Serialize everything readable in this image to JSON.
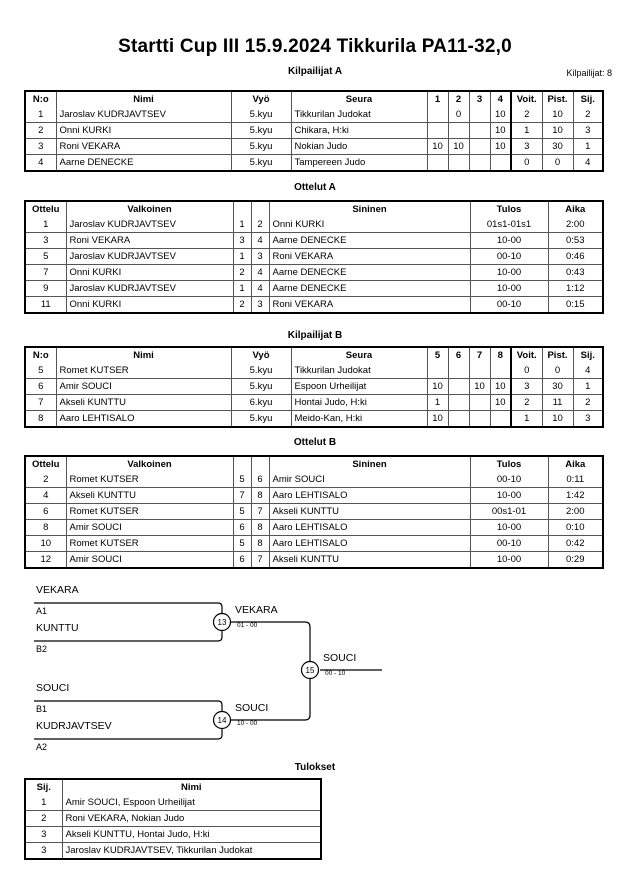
{
  "header": {
    "title": "Startti Cup III  15.9.2024  Tikkurila   PA11-32,0",
    "entrants_label": "Kilpailijat: 8"
  },
  "sections": {
    "pool_a_caption": "Kilpailijat A",
    "matches_a_caption": "Ottelut A",
    "pool_b_caption": "Kilpailijat B",
    "matches_b_caption": "Ottelut B",
    "results_caption": "Tulokset"
  },
  "pool_a": {
    "headers": [
      "N:o",
      "Nimi",
      "Vyö",
      "Seura",
      "1",
      "2",
      "3",
      "4",
      "Voit.",
      "Pist.",
      "Sij."
    ],
    "rows": [
      {
        "no": "1",
        "name": "Jaroslav KUDRJAVTSEV",
        "belt": "5.kyu",
        "club": "Tikkurilan Judokat",
        "scores": [
          "",
          "0",
          "",
          "10"
        ],
        "wins": "2",
        "points": "10",
        "rank": "2"
      },
      {
        "no": "2",
        "name": "Onni KURKI",
        "belt": "5.kyu",
        "club": "Chikara, H:ki",
        "scores": [
          "",
          "",
          "",
          "10"
        ],
        "wins": "1",
        "points": "10",
        "rank": "3"
      },
      {
        "no": "3",
        "name": "Roni VEKARA",
        "belt": "5.kyu",
        "club": "Nokian Judo",
        "scores": [
          "10",
          "10",
          "",
          "10"
        ],
        "wins": "3",
        "points": "30",
        "rank": "1"
      },
      {
        "no": "4",
        "name": "Aarne DENECKE",
        "belt": "5.kyu",
        "club": "Tampereen Judo",
        "scores": [
          "",
          "",
          "",
          ""
        ],
        "wins": "0",
        "points": "0",
        "rank": "4"
      }
    ]
  },
  "matches_a": {
    "headers": [
      "Ottelu",
      "Valkoinen",
      "",
      "",
      "Sininen",
      "Tulos",
      "Aika"
    ],
    "rows": [
      {
        "match": "1",
        "white": "Jaroslav KUDRJAVTSEV",
        "wno": "1",
        "bno": "2",
        "blue": "Onni KURKI",
        "result": "01s1-01s1",
        "time": "2:00"
      },
      {
        "match": "3",
        "white": "Roni VEKARA",
        "wno": "3",
        "bno": "4",
        "blue": "Aarne DENECKE",
        "result": "10-00",
        "time": "0:53"
      },
      {
        "match": "5",
        "white": "Jaroslav KUDRJAVTSEV",
        "wno": "1",
        "bno": "3",
        "blue": "Roni VEKARA",
        "result": "00-10",
        "time": "0:46"
      },
      {
        "match": "7",
        "white": "Onni KURKI",
        "wno": "2",
        "bno": "4",
        "blue": "Aarne DENECKE",
        "result": "10-00",
        "time": "0:43"
      },
      {
        "match": "9",
        "white": "Jaroslav KUDRJAVTSEV",
        "wno": "1",
        "bno": "4",
        "blue": "Aarne DENECKE",
        "result": "10-00",
        "time": "1:12"
      },
      {
        "match": "11",
        "white": "Onni KURKI",
        "wno": "2",
        "bno": "3",
        "blue": "Roni VEKARA",
        "result": "00-10",
        "time": "0:15"
      }
    ]
  },
  "pool_b": {
    "headers": [
      "N:o",
      "Nimi",
      "Vyö",
      "Seura",
      "5",
      "6",
      "7",
      "8",
      "Voit.",
      "Pist.",
      "Sij."
    ],
    "rows": [
      {
        "no": "5",
        "name": "Romet KUTSER",
        "belt": "5.kyu",
        "club": "Tikkurilan Judokat",
        "scores": [
          "",
          "",
          "",
          ""
        ],
        "wins": "0",
        "points": "0",
        "rank": "4"
      },
      {
        "no": "6",
        "name": "Amir SOUCI",
        "belt": "5.kyu",
        "club": "Espoon Urheilijat",
        "scores": [
          "10",
          "",
          "10",
          "10"
        ],
        "wins": "3",
        "points": "30",
        "rank": "1"
      },
      {
        "no": "7",
        "name": "Akseli KUNTTU",
        "belt": "6.kyu",
        "club": "Hontai Judo, H:ki",
        "scores": [
          "1",
          "",
          "",
          "10"
        ],
        "wins": "2",
        "points": "11",
        "rank": "2"
      },
      {
        "no": "8",
        "name": "Aaro LEHTISALO",
        "belt": "5.kyu",
        "club": "Meido-Kan, H:ki",
        "scores": [
          "10",
          "",
          "",
          ""
        ],
        "wins": "1",
        "points": "10",
        "rank": "3"
      }
    ]
  },
  "matches_b": {
    "headers": [
      "Ottelu",
      "Valkoinen",
      "",
      "",
      "Sininen",
      "Tulos",
      "Aika"
    ],
    "rows": [
      {
        "match": "2",
        "white": "Romet KUTSER",
        "wno": "5",
        "bno": "6",
        "blue": "Amir SOUCI",
        "result": "00-10",
        "time": "0:11"
      },
      {
        "match": "4",
        "white": "Akseli KUNTTU",
        "wno": "7",
        "bno": "8",
        "blue": "Aaro LEHTISALO",
        "result": "10-00",
        "time": "1:42"
      },
      {
        "match": "6",
        "white": "Romet KUTSER",
        "wno": "5",
        "bno": "7",
        "blue": "Akseli KUNTTU",
        "result": "00s1-01",
        "time": "2:00"
      },
      {
        "match": "8",
        "white": "Amir SOUCI",
        "wno": "6",
        "bno": "8",
        "blue": "Aaro LEHTISALO",
        "result": "10-00",
        "time": "0:10"
      },
      {
        "match": "10",
        "white": "Romet KUTSER",
        "wno": "5",
        "bno": "8",
        "blue": "Aaro LEHTISALO",
        "result": "00-10",
        "time": "0:42"
      },
      {
        "match": "12",
        "white": "Amir SOUCI",
        "wno": "6",
        "bno": "7",
        "blue": "Akseli KUNTTU",
        "result": "10-00",
        "time": "0:29"
      }
    ]
  },
  "bracket": {
    "entries": [
      {
        "name": "VEKARA",
        "seed": "A1"
      },
      {
        "name": "KUNTTU",
        "seed": "B2"
      },
      {
        "name": "SOUCI",
        "seed": "B1"
      },
      {
        "name": "KUDRJAVTSEV",
        "seed": "A2"
      }
    ],
    "nodes": [
      {
        "number": "13",
        "winner": "VEKARA",
        "score": "01 - 00"
      },
      {
        "number": "14",
        "winner": "SOUCI",
        "score": "10 - 00"
      },
      {
        "number": "15",
        "winner": "SOUCI",
        "score": "00 - 10"
      }
    ]
  },
  "results": {
    "headers": [
      "Sij.",
      "Nimi"
    ],
    "rows": [
      {
        "rank": "1",
        "name": "Amir SOUCI, Espoon Urheilijat"
      },
      {
        "rank": "2",
        "name": "Roni VEKARA, Nokian Judo"
      },
      {
        "rank": "3",
        "name": "Akseli KUNTTU, Hontai Judo, H:ki"
      },
      {
        "rank": "3",
        "name": "Jaroslav KUDRJAVTSEV, Tikkurilan Judokat"
      }
    ]
  }
}
